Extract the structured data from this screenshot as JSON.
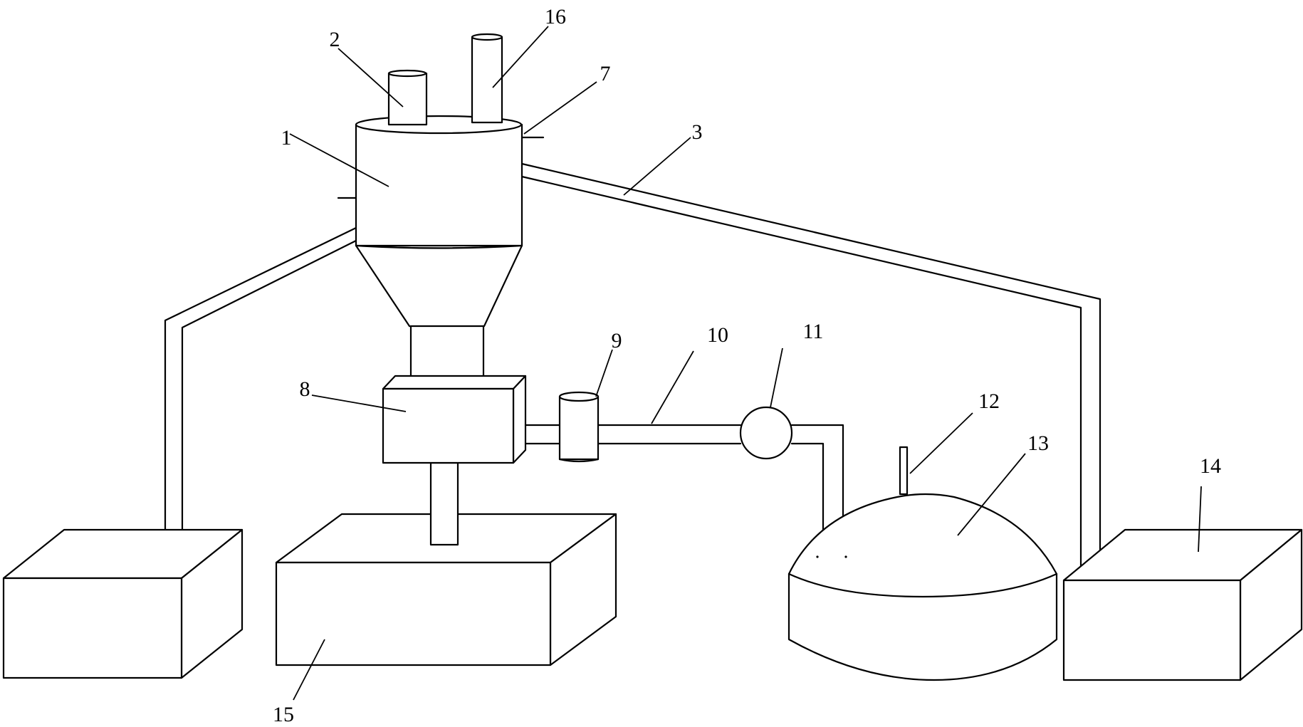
{
  "labels": [
    {
      "id": "1",
      "text": "1"
    },
    {
      "id": "2",
      "text": "2"
    },
    {
      "id": "3",
      "text": "3"
    },
    {
      "id": "7",
      "text": "7"
    },
    {
      "id": "8",
      "text": "8"
    },
    {
      "id": "9",
      "text": "9"
    },
    {
      "id": "10",
      "text": "10"
    },
    {
      "id": "11",
      "text": "11"
    },
    {
      "id": "12",
      "text": "12"
    },
    {
      "id": "13",
      "text": "13"
    },
    {
      "id": "14",
      "text": "14"
    },
    {
      "id": "15",
      "text": "15"
    },
    {
      "id": "16",
      "text": "16"
    }
  ]
}
